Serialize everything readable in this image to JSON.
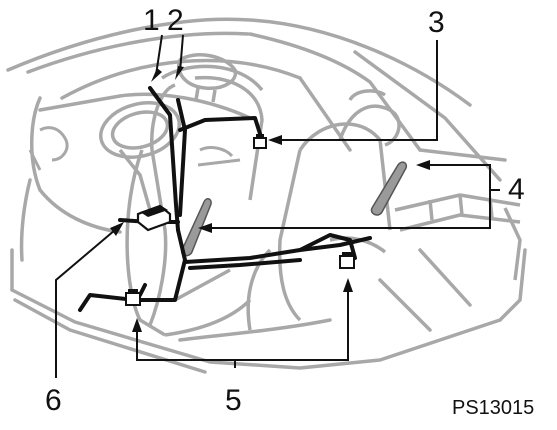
{
  "callouts": {
    "c1": "1",
    "c2": "2",
    "c3": "3",
    "c4": "4",
    "c5": "5",
    "c6": "6"
  },
  "figure_code": "PS13015",
  "colors": {
    "outline": "#a8a8a8",
    "harness": "#111111",
    "module_fill": "#9a9a9a",
    "leader": "#111111"
  }
}
